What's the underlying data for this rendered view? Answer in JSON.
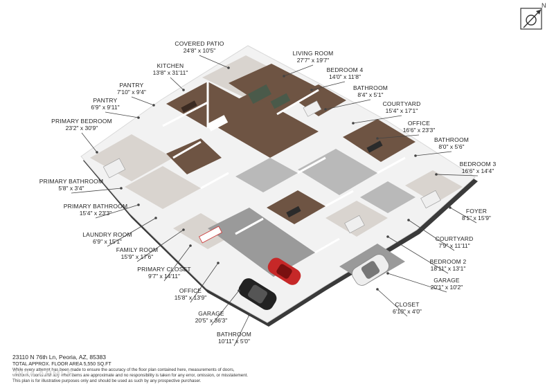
{
  "colors": {
    "wall_top": "#f4f4f4",
    "wall_side": "#3a3a3a",
    "wood_floor": "#6e5443",
    "tile_floor": "#b9b9b9",
    "light_floor": "#d9d4cf",
    "concrete": "#9a9a9a",
    "leader": "#444444",
    "car_red": "#c62828",
    "car_black": "#222222",
    "car_white": "#eeeeee"
  },
  "compass": {
    "label": "N"
  },
  "rooms": [
    {
      "name": "COVERED PATIO",
      "dims": "24'8\" x 10'5\""
    },
    {
      "name": "KITCHEN",
      "dims": "13'8\" x 31'11\""
    },
    {
      "name": "LIVING ROOM",
      "dims": "27'7\" x 19'7\""
    },
    {
      "name": "PANTRY",
      "dims": "7'10\" x 9'4\""
    },
    {
      "name": "BEDROOM 4",
      "dims": "14'0\" x 11'8\""
    },
    {
      "name": "PANTRY",
      "dims": "6'9\" x 9'11\""
    },
    {
      "name": "BATHROOM",
      "dims": "8'4\" x 5'1\""
    },
    {
      "name": "PRIMARY BEDROOM",
      "dims": "23'2\" x 30'9\""
    },
    {
      "name": "COURTYARD",
      "dims": "15'4\" x 17'1\""
    },
    {
      "name": "OFFICE",
      "dims": "16'6\" x 23'3\""
    },
    {
      "name": "BATHROOM",
      "dims": "8'0\" x 5'6\""
    },
    {
      "name": "BEDROOM 3",
      "dims": "16'6\" x 14'4\""
    },
    {
      "name": "PRIMARY BATHROOM",
      "dims": "5'8\" x 3'4\""
    },
    {
      "name": "PRIMARY BATHROOM",
      "dims": "15'4\" x 23'3\""
    },
    {
      "name": "FOYER",
      "dims": "8'1\" x 15'9\""
    },
    {
      "name": "LAUNDRY ROOM",
      "dims": "6'9\" x 15'1\""
    },
    {
      "name": "COURTYARD",
      "dims": "7'9\" x 11'11\""
    },
    {
      "name": "FAMILY ROOM",
      "dims": "15'9\" x 17'6\""
    },
    {
      "name": "BEDROOM 2",
      "dims": "18'11\" x 13'1\""
    },
    {
      "name": "PRIMARY CLOSET",
      "dims": "9'7\" x 14'11\""
    },
    {
      "name": "GARAGE",
      "dims": "20'1\" x 10'2\""
    },
    {
      "name": "OFFICE",
      "dims": "15'8\" x 13'9\""
    },
    {
      "name": "CLOSET",
      "dims": "6'10\" x 4'0\""
    },
    {
      "name": "GARAGE",
      "dims": "20'5\" x 36'3\""
    },
    {
      "name": "BATHROOM",
      "dims": "10'11\" x 5'0\""
    }
  ],
  "footer": {
    "address": "23110 N 76th Ln, Peoria, AZ, 85383",
    "area": "TOTAL APPROX. FLOOR AREA 5,550 SQ.FT",
    "disclaimer_1": "While every attempt has been made to ensure the accuracy of the floor plan contained here, measurements of doors,",
    "disclaimer_2": "windows, rooms and any other items are approximate and no responsibility is taken for any error, omission, or misstatement.",
    "disclaimer_3": "This plan is for illustrative purposes only and should be used as such by any prospective purchaser.",
    "watermark": "2024 ARMLS"
  }
}
